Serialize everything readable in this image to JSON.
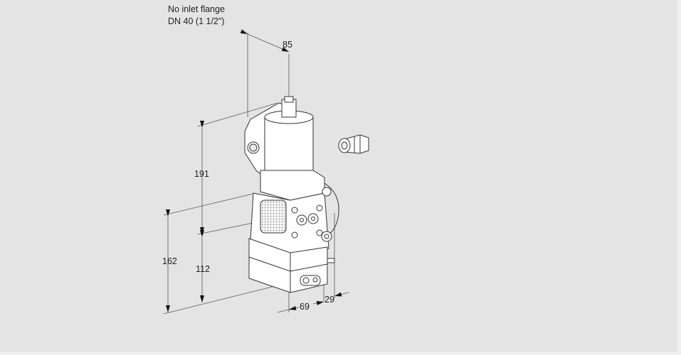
{
  "drawing": {
    "title_line1": "No inlet flange",
    "title_line2": "DN 40 (1 1/2\")",
    "subject": "solenoid gas valve with cable gland",
    "units": "mm"
  },
  "dimensions": {
    "top_depth": "85",
    "total_height": "191",
    "lower_height_left": "162",
    "lower_height_mid": "112",
    "bottom_width": "69",
    "side_offset": "29"
  },
  "colors": {
    "background": "#e4e4e4",
    "line": "#333333",
    "part_fill": "#ffffff",
    "dim_line": "#555555"
  }
}
